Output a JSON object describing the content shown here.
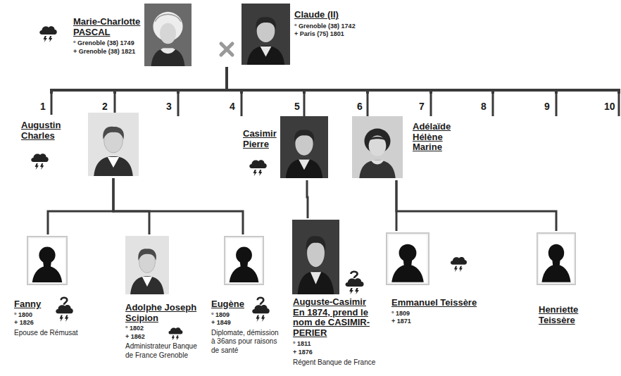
{
  "diagram": {
    "nodes": [
      {
        "text": [
          "Marie-Charlotte PASCAL",
          "° Grenoble (38) 1749",
          "+ Grenoble (38) 1821"
        ]
      },
      {
        "text": [
          "Claude (II)",
          "° Grenoble (38) 1742",
          "+ Paris (75) 1801"
        ]
      },
      {
        "text": [
          "1",
          "Augustin Charles"
        ]
      },
      {
        "text": [
          "2"
        ]
      },
      {
        "text": [
          "3"
        ]
      },
      {
        "text": [
          "4"
        ]
      },
      {
        "text": [
          "5",
          "Casimir Pierre"
        ]
      },
      {
        "text": [
          "6",
          "Adélaïde Hélène Marine"
        ]
      },
      {
        "text": [
          "7"
        ]
      },
      {
        "text": [
          "8"
        ]
      },
      {
        "text": [
          "9"
        ]
      },
      {
        "text": [
          "10"
        ]
      },
      {
        "text": [
          "Fanny",
          "° 1800",
          "+ 1826",
          "Epouse de Rémusat"
        ]
      },
      {
        "text": [
          "Adolphe Joseph Scipion",
          "° 1802",
          "+ 1862",
          "Administrateur Banque de France Grenoble"
        ]
      },
      {
        "text": [
          "Eugène",
          "° 1809",
          "+ 1849",
          "Diplomate, démission à 36ans pour raisons de santé"
        ]
      },
      {
        "text": [
          "Auguste-Casimir En 1874, prend le nom de CASIMIR-PERIER",
          "° 1811",
          "+ 1876",
          "Régent Banque de France"
        ]
      },
      {
        "text": [
          "Emmanuel Teissère",
          "° 1809",
          "+ 1871"
        ]
      },
      {
        "text": [
          "Henriette Teissère"
        ]
      }
    ],
    "edges": [
      {
        "from": 0,
        "to": 2,
        "arrow": "none"
      },
      {
        "from": 0,
        "to": 3,
        "arrow": "none"
      },
      {
        "from": 0,
        "to": 4,
        "arrow": "none"
      },
      {
        "from": 0,
        "to": 5,
        "arrow": "none"
      },
      {
        "from": 0,
        "to": 6,
        "arrow": "none"
      },
      {
        "from": 0,
        "to": 7,
        "arrow": "none"
      },
      {
        "from": 0,
        "to": 8,
        "arrow": "none"
      },
      {
        "from": 0,
        "to": 9,
        "arrow": "none"
      },
      {
        "from": 0,
        "to": 10,
        "arrow": "none"
      },
      {
        "from": 0,
        "to": 11,
        "arrow": "none"
      },
      {
        "from": 1,
        "to": 2,
        "arrow": "none"
      },
      {
        "from": 1,
        "to": 3,
        "arrow": "none"
      },
      {
        "from": 1,
        "to": 4,
        "arrow": "none"
      },
      {
        "from": 1,
        "to": 5,
        "arrow": "none"
      },
      {
        "from": 1,
        "to": 6,
        "arrow": "none"
      },
      {
        "from": 1,
        "to": 7,
        "arrow": "none"
      },
      {
        "from": 1,
        "to": 8,
        "arrow": "none"
      },
      {
        "from": 1,
        "to": 9,
        "arrow": "none"
      },
      {
        "from": 1,
        "to": 10,
        "arrow": "none"
      },
      {
        "from": 1,
        "to": 11,
        "arrow": "none"
      },
      {
        "from": 3,
        "to": 12,
        "arrow": "none"
      },
      {
        "from": 3,
        "to": 13,
        "arrow": "none"
      },
      {
        "from": 3,
        "to": 14,
        "arrow": "none"
      },
      {
        "from": 6,
        "to": 15,
        "arrow": "none"
      },
      {
        "from": 7,
        "to": 16,
        "arrow": "none"
      },
      {
        "from": 7,
        "to": 17,
        "arrow": "none"
      }
    ]
  }
}
